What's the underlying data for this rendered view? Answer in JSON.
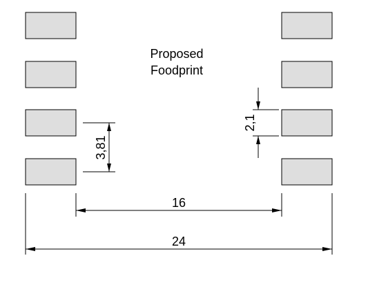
{
  "title": {
    "line1": "Proposed",
    "line2": "Foodprint"
  },
  "dimensions": {
    "pitch": "3,81",
    "pad_height": "2,1",
    "inner_span": "16",
    "outer_span": "24"
  },
  "pads": {
    "left_column_count": 4,
    "right_column_count": 4,
    "fill_color": "#dedede",
    "outline_color": "#000000"
  }
}
